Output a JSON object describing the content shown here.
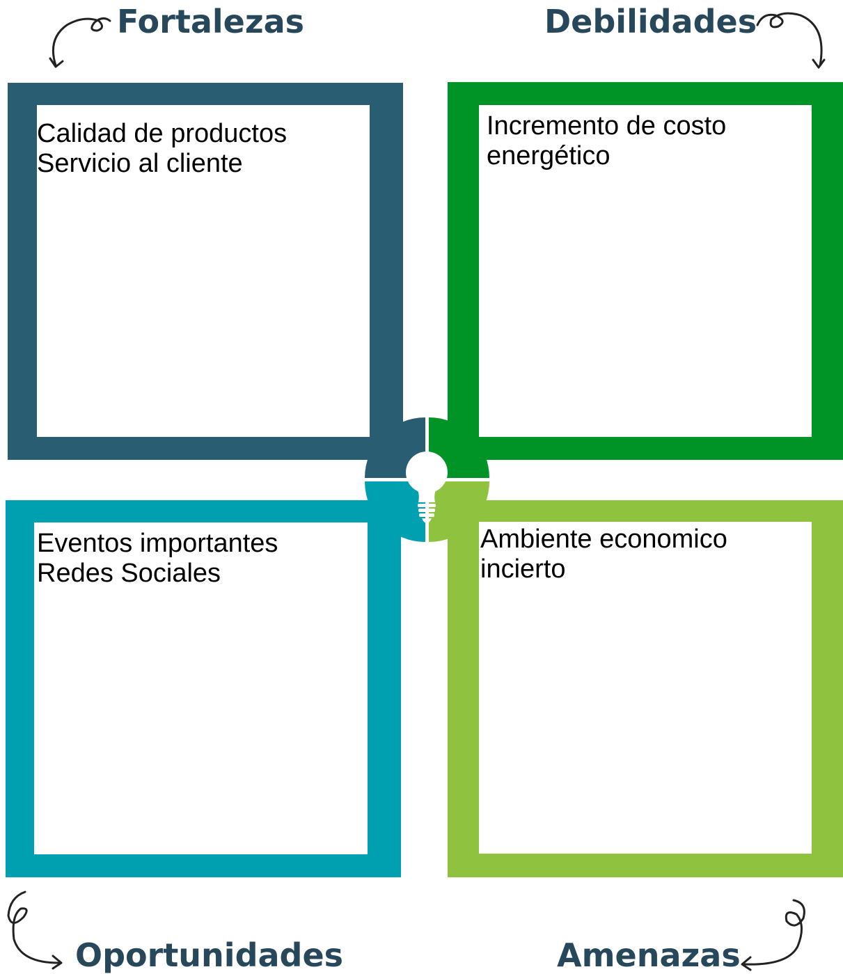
{
  "colors": {
    "title": "#27485a",
    "fortalezas": "#295d72",
    "debilidades": "#009427",
    "oportunidades": "#00a0b0",
    "amenazas": "#8fc23f",
    "arrow": "#222222",
    "background": "#ffffff"
  },
  "quadrants": {
    "fortalezas": {
      "title": "Fortalezas",
      "lines": [
        "Calidad de productos",
        "Servicio al cliente"
      ]
    },
    "debilidades": {
      "title": "Debilidades",
      "lines": [
        "Incremento de costo",
        "energético"
      ]
    },
    "oportunidades": {
      "title": "Oportunidades",
      "lines": [
        "Eventos importantes",
        "Redes Sociales"
      ]
    },
    "amenazas": {
      "title": "Amenazas",
      "lines": [
        "Ambiente economico",
        "incierto"
      ]
    }
  },
  "center_icon": "lightbulb-icon",
  "arrow_icon": "curly-arrow-icon"
}
